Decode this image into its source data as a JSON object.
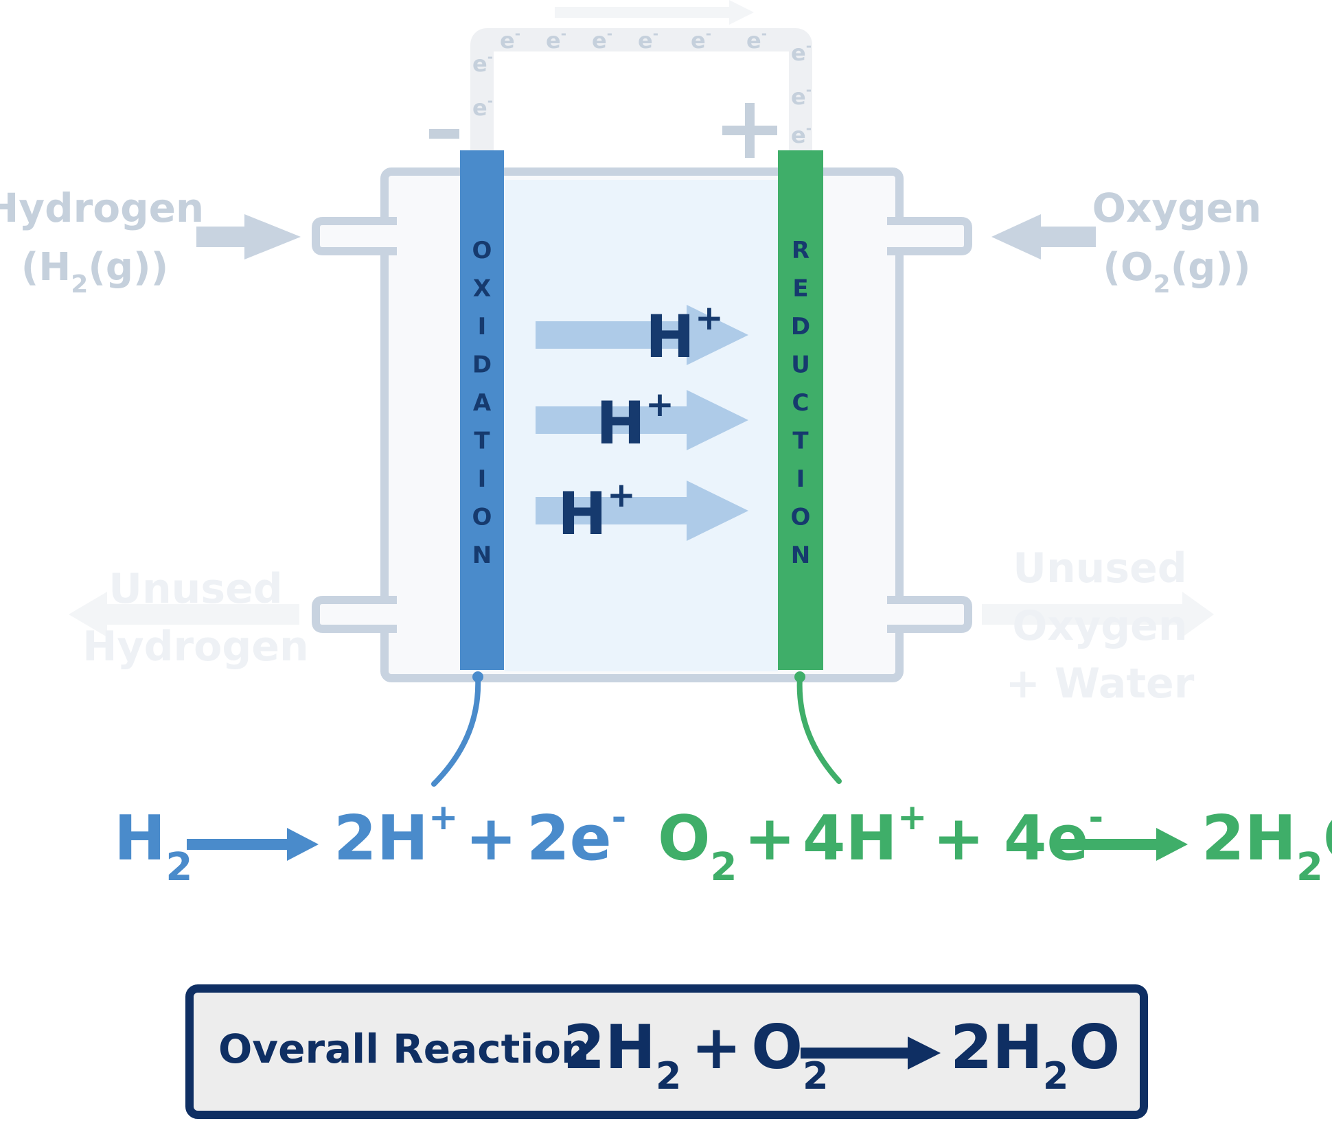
{
  "colors": {
    "oxidation": "#4a8bcb",
    "reduction": "#3fae69",
    "proton": "#163a6e",
    "arrow_light": "#aecbe8",
    "cell_outline": "#c8d3e0",
    "cell_inner": "#ebf4fc",
    "faint_text": "#c5d0dc",
    "ghost_text": "#eef1f5",
    "box_border": "#0f2f63",
    "box_fill": "#ededed"
  },
  "circuit": {
    "electron_label": "e",
    "electron_charge": "-",
    "negative_terminal": "−",
    "positive_terminal": "+"
  },
  "inputs": {
    "hydrogen": {
      "name": "Hydrogen",
      "formula_open": "(H",
      "formula_sub": "2",
      "formula_close": "(g))"
    },
    "oxygen": {
      "name": "Oxygen",
      "formula_open": "(O",
      "formula_sub": "2",
      "formula_close": "(g))"
    }
  },
  "outputs": {
    "unused_hydrogen": [
      "Unused",
      "Hydrogen"
    ],
    "unused_oxygen": [
      "Unused",
      "Oxygen",
      "+ Water"
    ]
  },
  "electrodes": {
    "anode_label": "OXIDATION",
    "cathode_label": "REDUCTION"
  },
  "proton": {
    "symbol": "H",
    "charge": "+"
  },
  "half_reactions": {
    "oxidation": {
      "reactant": "H",
      "reactant_sub": "2",
      "product_coef": "2H",
      "product_sup": "+",
      "plus": "+",
      "electrons": "2e",
      "electrons_sup": "-"
    },
    "reduction": {
      "o2": "O",
      "o2_sub": "2",
      "plus1": "+",
      "h_coef": "4H",
      "h_sup": "+",
      "plus2": "+",
      "electrons": "4e",
      "electrons_sup": "-",
      "product": "2H",
      "product_sub": "2",
      "product_end": "O"
    }
  },
  "overall": {
    "label": "Overall Reaction",
    "r1": "2H",
    "r1_sub": "2",
    "plus": "+",
    "r2": "O",
    "r2_sub": "2",
    "product": "2H",
    "product_sub": "2",
    "product_end": "O"
  }
}
